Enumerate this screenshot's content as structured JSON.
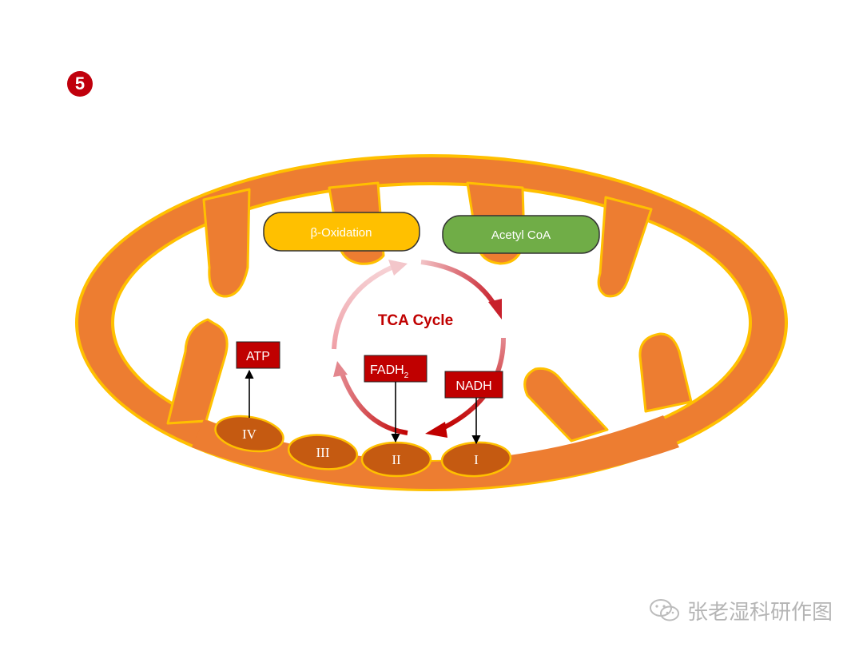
{
  "step_badge": "5",
  "watermark": {
    "text": "张老湿科研作图",
    "icon": "wechat-icon"
  },
  "diagram": {
    "top_boxes": [
      {
        "id": "beta-oxidation",
        "label": "β-Oxidation",
        "color": "#ffc000"
      },
      {
        "id": "acetyl-coa",
        "label": "Acetyl CoA",
        "color": "#70ad47"
      }
    ],
    "cycle_label": "TCA Cycle",
    "products": [
      {
        "id": "atp",
        "label": "ATP"
      },
      {
        "id": "fadh2",
        "label": "FADH",
        "subscript": "2"
      },
      {
        "id": "nadh",
        "label": "NADH"
      }
    ],
    "complexes": [
      "IV",
      "III",
      "II",
      "I"
    ],
    "colors": {
      "mitochondrion_orange": "#ed7d31",
      "membrane_outline": "#ffc000",
      "complex_fill": "#c55a11",
      "cycle_red": "#c00000",
      "product_box": "#c00000"
    }
  }
}
